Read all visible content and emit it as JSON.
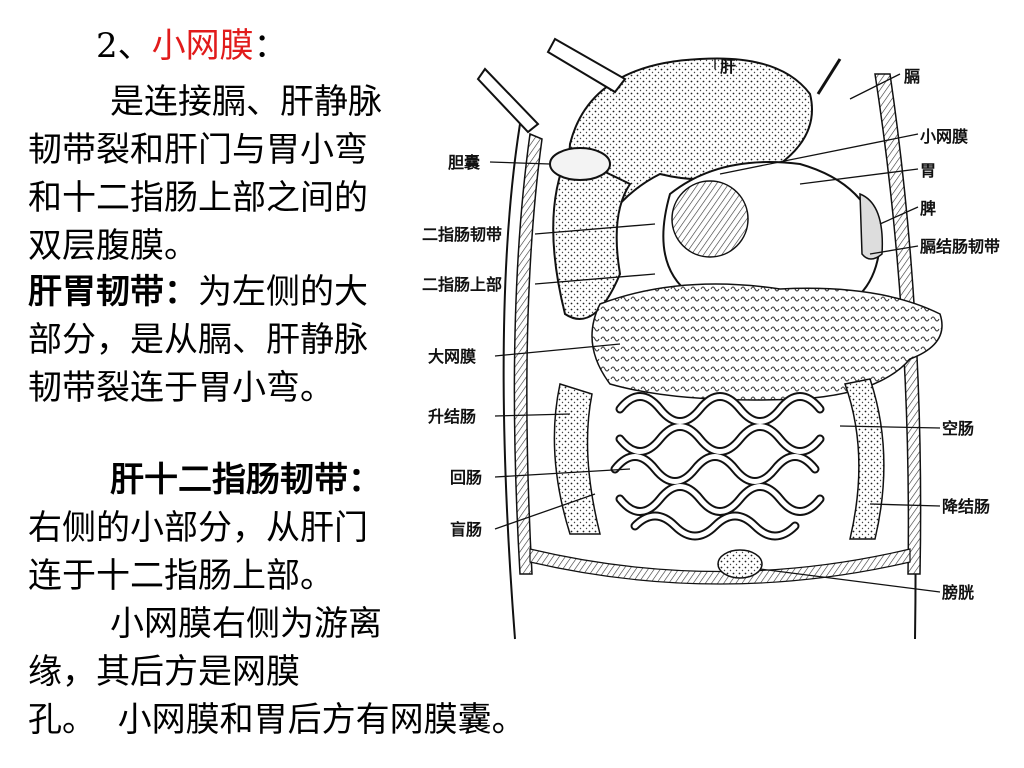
{
  "heading": {
    "number": "2、",
    "term": "小网膜",
    "colon": "：",
    "term_color": "#e11b1b"
  },
  "paragraphs": {
    "p1": "是连接膈、肝静脉韧带裂和肝门与胃小弯和十二指肠上部之间的双层腹膜。",
    "p2_label": "肝胃韧带：",
    "p2_text": "为左侧的大部分，是从膈、肝静脉韧带裂连于胃小弯。",
    "p3_label": "肝十二指肠韧带：",
    "p3_text": "右侧的小部分，从肝门连于十二指肠上部。",
    "p4": "小网膜右侧为游离缘，其后方是网膜",
    "p4_end": "孔。",
    "p5": "小网膜和胃后方有网膜囊。"
  },
  "figure_labels": {
    "liver": "肝",
    "diaphragm": "膈",
    "lesser_omentum": "小网膜",
    "stomach": "胃",
    "gallbladder": "胆囊",
    "spleen": "脾",
    "hepatoduodenal_ligament": "二指肠韧带",
    "phrenicocolic_ligament": "膈结肠韧带",
    "duodenum_superior": "二指肠上部",
    "greater_omentum": "大网膜",
    "ascending_colon": "升结肠",
    "jejunum": "空肠",
    "ileum": "回肠",
    "descending_colon": "降结肠",
    "cecum": "盲肠",
    "bladder": "膀胱"
  }
}
